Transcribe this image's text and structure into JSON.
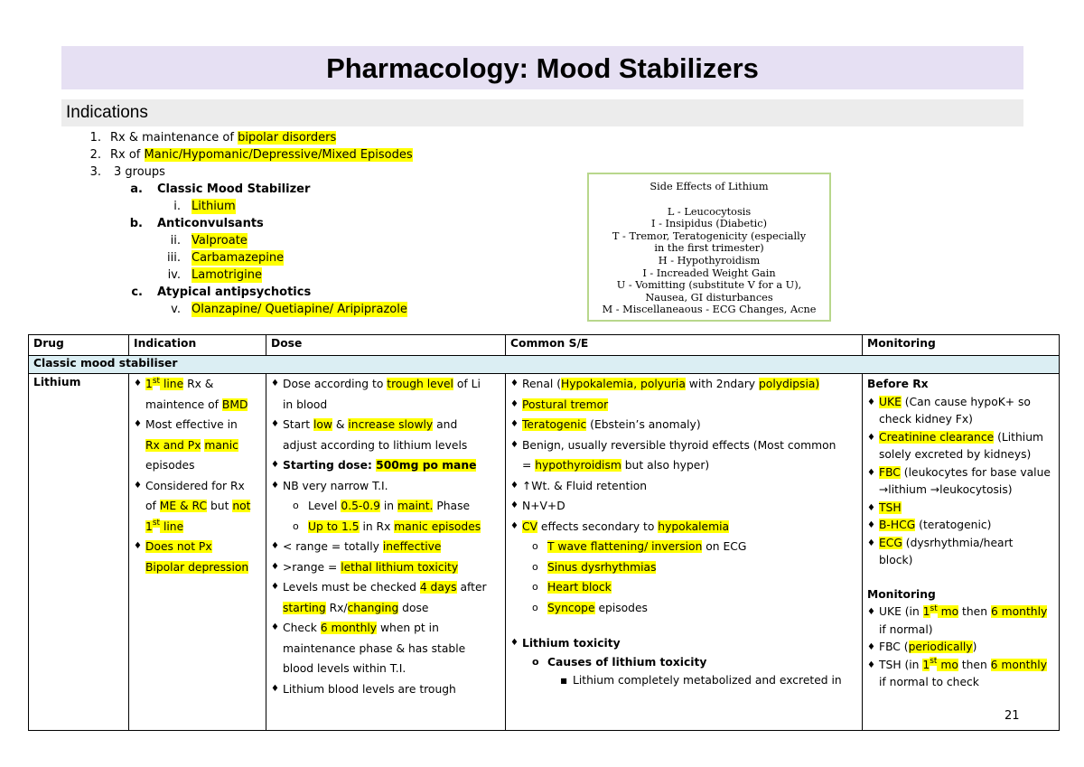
{
  "title": "Pharmacology: Mood Stabilizers",
  "indications_heading": "Indications",
  "list": {
    "n1": "1.",
    "i1_pre": "Rx & maintenance of ",
    "i1_hl": "bipolar disorders",
    "n2": "2.",
    "i2_pre": "Rx of ",
    "i2_hl": "Manic/Hypomanic/Depressive/Mixed Episodes",
    "n3": "3.",
    "i3": "3 groups",
    "a": "a.",
    "a_text": "Classic Mood Stabilizer",
    "ai": "i.",
    "ai_text": "Lithium",
    "b": "b.",
    "b_text": "Anticonvulsants",
    "bii": "ii.",
    "bii_text": "Valproate",
    "biii": "iii.",
    "biii_text": "Carbamazepine",
    "biv": "iv.",
    "biv_text": "Lamotrigine",
    "c": "c.",
    "c_text": "Atypical antipsychotics",
    "cv": "v.",
    "cv_text": "Olanzapine/ Quetiapine/ Aripiprazole"
  },
  "side_effects_box": {
    "title": "Side Effects of Lithium",
    "lines": [
      "L - Leucocytosis",
      "I - Insipidus (Diabetic)",
      "T - Tremor, Teratogenicity (especially",
      "in the first trimester)",
      "H - Hypothyroidism",
      "I - Increaded Weight Gain",
      "U - Vomitting (substitute V for a U),",
      "Nausea, GI disturbances",
      "M - Miscellaneaous - ECG Changes, Acne"
    ]
  },
  "table": {
    "headers": [
      "Drug",
      "Indication",
      "Dose",
      "Common S/E",
      "Monitoring"
    ],
    "section": "Classic mood stabiliser",
    "drug": "Lithium",
    "indication": {
      "l1_num": "1",
      "l1_sup": "st",
      "l1_hl": " line",
      "l1_rest": " Rx &",
      "l2_pre": "maintence of ",
      "l2_hl": "BMD",
      "l3": "Most effective in",
      "l4_hl": "Rx and Px",
      "l4_sp": " ",
      "l4_hl2": "manic",
      "l5": "episodes",
      "l6": "Considered for Rx",
      "l7_pre": "of ",
      "l7_hl": "ME & RC",
      "l7_mid": " but ",
      "l7_hl2": "not",
      "l8_num": "1",
      "l8_sup": "st",
      "l8_rest": " line",
      "l9_hl": "Does not Px",
      "l10_hl": "Bipolar depression"
    },
    "dose": {
      "d1_pre": "Dose according to ",
      "d1_hl": "trough level",
      "d1_post": " of Li",
      "d1b": "in blood",
      "d2_pre": "Start ",
      "d2_hl": "low",
      "d2_mid": " & ",
      "d2_hl2": "increase slowly",
      "d2_post": " and",
      "d2b": "adjust according to lithium levels",
      "d3_pre": "Starting dose: ",
      "d3_hl": "500mg po mane",
      "d4": "NB very narrow T.I.",
      "d5_pre": "Level ",
      "d5_hl": "0.5-0.9",
      "d5_mid": " in ",
      "d5_hl2": "maint.",
      "d5_post": " Phase",
      "d6_hl": "Up to 1.5",
      "d6_mid": " in Rx ",
      "d6_hl2": "manic episodes",
      "d7_pre": "< range = totally ",
      "d7_hl": "ineffective",
      "d8_pre": ">range = ",
      "d8_hl": "lethal lithium toxicity",
      "d9_pre": "Levels must be checked ",
      "d9_hl": "4 days",
      "d9_post": " after",
      "d9b_hl": "starting",
      "d9b_mid": " Rx/",
      "d9b_hl2": "changing",
      "d9b_post": " dose",
      "d10_pre": "Check ",
      "d10_hl": "6 monthly",
      "d10_post": " when pt in",
      "d10b": "maintenance phase & has stable",
      "d10c": "blood levels within T.I.",
      "d11": "Lithium blood levels are trough"
    },
    "se": {
      "s1_pre": "Renal (",
      "s1_hl": "Hypokalemia, polyuria",
      "s1_mid": " with 2ndary ",
      "s1_hl2": "polydipsia)",
      "s2_hl": "Postural tremor",
      "s3_hl": "Teratogenic",
      "s3_post": " (Ebstein’s anomaly)",
      "s4": "Benign, usually reversible thyroid effects (Most common",
      "s4b_pre": "= ",
      "s4b_hl": "hypothyroidism",
      "s4b_post": " but also hyper)",
      "s5": "↑Wt. & Fluid retention",
      "s6": "N+V+D",
      "s7_hl": "CV",
      "s7_mid": " effects secondary to ",
      "s7_hl2": "hypokalemia",
      "s8_hl": "T wave flattening/ inversion",
      "s8_post": " on ECG",
      "s9_hl": "Sinus dysrhythmias",
      "s10_hl": "Heart block",
      "s11_hl": "Syncope",
      "s11_post": " episodes",
      "s12": "Lithium toxicity",
      "s13": "Causes of lithium toxicity",
      "s14_hl": " ",
      "s14_post": "Lithium completely metabolized and excreted in"
    },
    "monitoring": {
      "before": "Before Rx",
      "m1_hl": "UKE",
      "m1_post": " (Can cause hypoK+ so",
      "m1b": "check kidney Fx)",
      "m2_hl": "Creatinine clearance",
      "m2_post": " (Lithium",
      "m2b": "solely excreted by kidneys)",
      "m3_hl": "FBC",
      "m3_post": " (leukocytes for base value",
      "m3b": "→lithium →leukocytosis)",
      "m4_hl": "TSH",
      "m5_hl": "B-HCG",
      "m5_post": " (teratogenic)",
      "m6_hl": "ECG",
      "m6_post": " (dysrhythmia/heart",
      "m6b": "block)",
      "mon_heading": "Monitoring",
      "n1_pre": "UKE (in ",
      "n1_num": "1",
      "n1_sup": "st",
      "n1_hl": " mo",
      "n1_mid": " then ",
      "n1_hl2": "6 monthly",
      "n1b": "if normal)",
      "n2_pre": "FBC (",
      "n2_hl": "periodically",
      "n2_post": ")",
      "n3_pre": "TSH (in ",
      "n3_num": "1",
      "n3_sup": "st",
      "n3_hl": " mo",
      "n3_mid": " then ",
      "n3_hl2": "6 monthly",
      "n3b": "if normal to check"
    }
  },
  "page_number": "21"
}
